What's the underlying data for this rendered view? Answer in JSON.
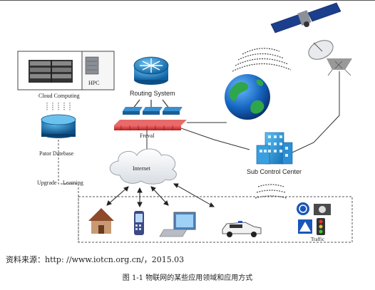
{
  "diagram": {
    "cloud_computing_label": "Cloud Computing",
    "hpc_label": "HPC",
    "routing_system_label": "Routing System",
    "freval_label": "Freval",
    "pator_datebase_label": "Pator Datebase",
    "internet_label": "Internet",
    "sub_control_center_label": "Sub Control Center",
    "upgrade_label": "Upgrade",
    "learning_label": "Learning",
    "traffic_label": "Traffic"
  },
  "source": "资料来源：http: //www.iotcn.org.cn/，2015.03",
  "caption": "图 1-1 物联网的某些应用领域和应用方式",
  "colors": {
    "router_blue": "#1e88c9",
    "firewall_red": "#d23a3a",
    "building_blue": "#2a8fd1",
    "globe_blue": "#1565c0"
  }
}
